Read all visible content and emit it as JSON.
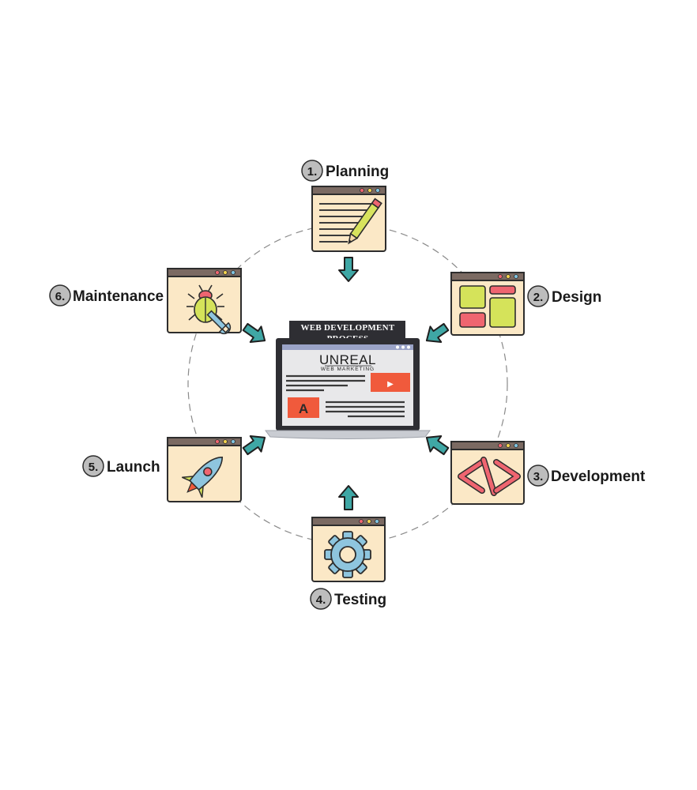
{
  "center": {
    "title_line1": "WEB DEVELOPMENT",
    "title_line2": "PROCESS",
    "brand": "UNREAL",
    "brand_sub": "WEB MARKETING",
    "ad_letter": "A",
    "play_glyph": "▶"
  },
  "steps": [
    {
      "num": "1.",
      "label": "Planning",
      "icon": "pencil-notes-icon"
    },
    {
      "num": "2.",
      "label": "Design",
      "icon": "layout-blocks-icon"
    },
    {
      "num": "3.",
      "label": "Development",
      "icon": "code-tag-icon"
    },
    {
      "num": "4.",
      "label": "Testing",
      "icon": "gear-icon"
    },
    {
      "num": "5.",
      "label": "Launch",
      "icon": "rocket-icon"
    },
    {
      "num": "6.",
      "label": "Maintenance",
      "icon": "bug-wrench-icon"
    }
  ],
  "code_glyph": "</>",
  "colors": {
    "arrow": "#3fa7a5",
    "window_bg": "#fbe8c6",
    "window_bar": "#7b6a62",
    "outline": "#2d2d2d",
    "accent_red": "#f05a3c",
    "pink": "#ef6570",
    "lime": "#d5e35a",
    "gear_blue": "#8ec5de"
  }
}
